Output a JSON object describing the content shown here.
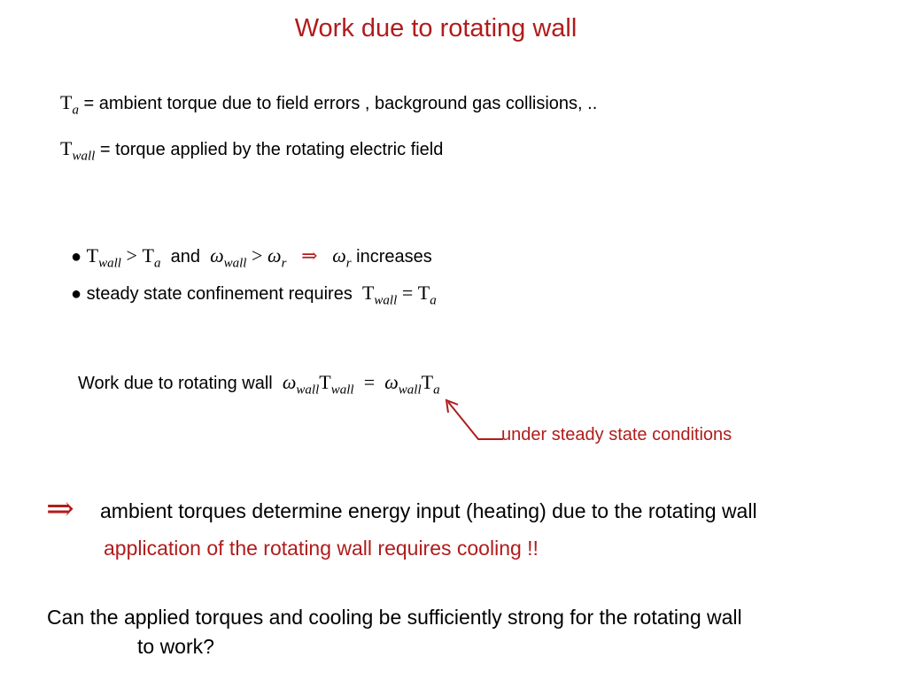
{
  "title": "Work due to rotating wall",
  "symbols": {
    "T": "T",
    "a": "a",
    "wall": "wall",
    "r": "r",
    "omega": "ω",
    "gt": ">",
    "eq": "=",
    "implies": "⇒"
  },
  "definitions": {
    "ambient": "= ambient torque due to field errors , background gas collisions, ..",
    "wall": "= torque applied by the rotating  electric field"
  },
  "bullets": {
    "marker": "●",
    "and": "and",
    "increases": "increases",
    "steady_requires": "steady state confinement requires"
  },
  "work": {
    "label": "Work due to rotating wall",
    "note": "under steady state conditions"
  },
  "conclusion": {
    "implies": "⇒",
    "text": "ambient torques determine energy input (heating) due to the rotating wall",
    "cooling": "application of the rotating wall requires cooling !!"
  },
  "question": {
    "line1": "Can the applied torques  and cooling be sufficiently strong for the rotating wall",
    "line2": "to work?"
  },
  "colors": {
    "accent": "#b01c1c",
    "text": "#000000",
    "background": "#ffffff"
  }
}
